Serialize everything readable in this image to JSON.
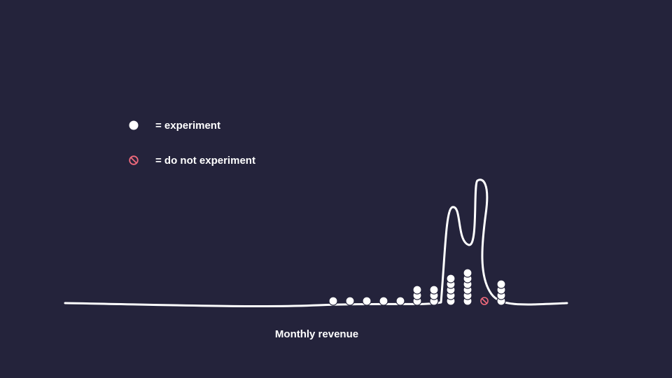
{
  "colors": {
    "background": "#24233b",
    "ink": "#ffffff",
    "ban": "#f06a7c"
  },
  "legend": {
    "experiment_label": "= experiment",
    "no_experiment_label": "= do not experiment",
    "experiment_icon": "filled-circle-icon",
    "no_experiment_icon": "prohibited-icon"
  },
  "chart_data": {
    "type": "dot-plot",
    "title": "",
    "xlabel": "Monthly revenue",
    "ylabel": "",
    "grid": false,
    "legend_position": "upper-left",
    "series": [
      {
        "name": "= experiment",
        "marker": "filled-circle",
        "columns": [
          1,
          1,
          1,
          1,
          1,
          3,
          3,
          5,
          6,
          0,
          4
        ]
      },
      {
        "name": "= do not experiment",
        "marker": "prohibited",
        "columns": [
          0,
          0,
          0,
          0,
          0,
          0,
          0,
          0,
          0,
          1,
          0
        ]
      }
    ]
  }
}
